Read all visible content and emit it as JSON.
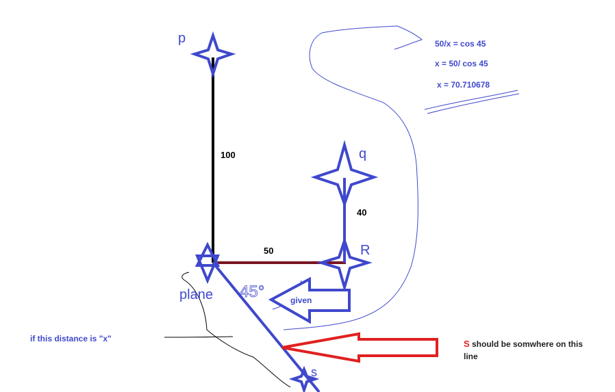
{
  "points": {
    "p": "p",
    "q": "q",
    "r": "R",
    "plane": "plane",
    "s": "s"
  },
  "distances": {
    "p_to_plane": "100",
    "plane_to_r": "50",
    "r_to_q": "40"
  },
  "angle": {
    "text": "45°",
    "arrow_label": "given"
  },
  "equations": [
    "50/x = cos 45",
    "x = 50/ cos 45",
    "x = 70.710678"
  ],
  "notes": {
    "distance_note": "if this distance is \"x\"",
    "s_prefix": "S",
    "s_line1_rest": " should be somwhere on this",
    "s_line2": "line"
  },
  "colors": {
    "blue": "#3f48cc",
    "black": "#000000",
    "dark_red": "#7a1520",
    "red": "#e02020"
  }
}
